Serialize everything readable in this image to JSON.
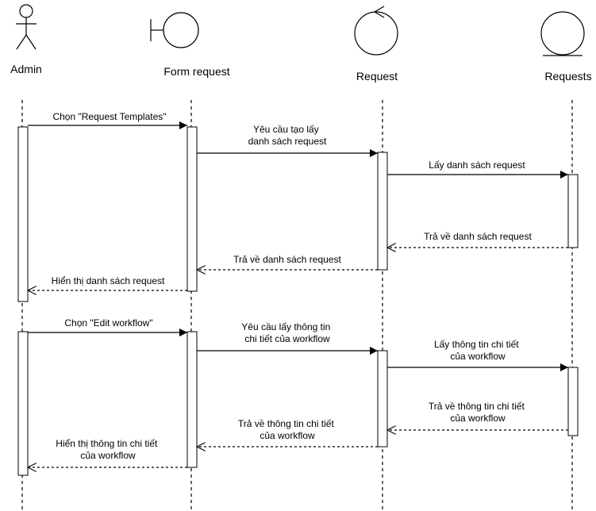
{
  "participants": [
    {
      "id": "admin",
      "label": "Admin",
      "kind": "actor"
    },
    {
      "id": "form",
      "label": "Form request",
      "kind": "boundary"
    },
    {
      "id": "request",
      "label": "Request",
      "kind": "control"
    },
    {
      "id": "requests",
      "label": "Requests",
      "kind": "entity"
    }
  ],
  "messages": [
    {
      "lines": [
        "Chọn \"Request Templates\""
      ],
      "kind": "call"
    },
    {
      "lines": [
        "Yêu cầu tạo lấy",
        "danh sách request"
      ],
      "kind": "call"
    },
    {
      "lines": [
        "Lấy danh sách request"
      ],
      "kind": "call"
    },
    {
      "lines": [
        "Trả về danh sách request"
      ],
      "kind": "return"
    },
    {
      "lines": [
        "Trả về danh sách request"
      ],
      "kind": "return"
    },
    {
      "lines": [
        "Hiển thị danh sách request"
      ],
      "kind": "return"
    },
    {
      "lines": [
        "Chọn \"Edit workflow\""
      ],
      "kind": "call"
    },
    {
      "lines": [
        "Yêu cầu lấy thông tin",
        "chi tiết của workflow"
      ],
      "kind": "call"
    },
    {
      "lines": [
        "Lấy thông tin chi tiết",
        "của workflow"
      ],
      "kind": "call"
    },
    {
      "lines": [
        "Trả về thông tin chi tiết",
        "của workflow"
      ],
      "kind": "return"
    },
    {
      "lines": [
        "Trả về thông tin chi tiết",
        "của workflow"
      ],
      "kind": "return"
    },
    {
      "lines": [
        "Hiển thị thông tin chi tiết",
        "của workflow"
      ],
      "kind": "return"
    }
  ]
}
